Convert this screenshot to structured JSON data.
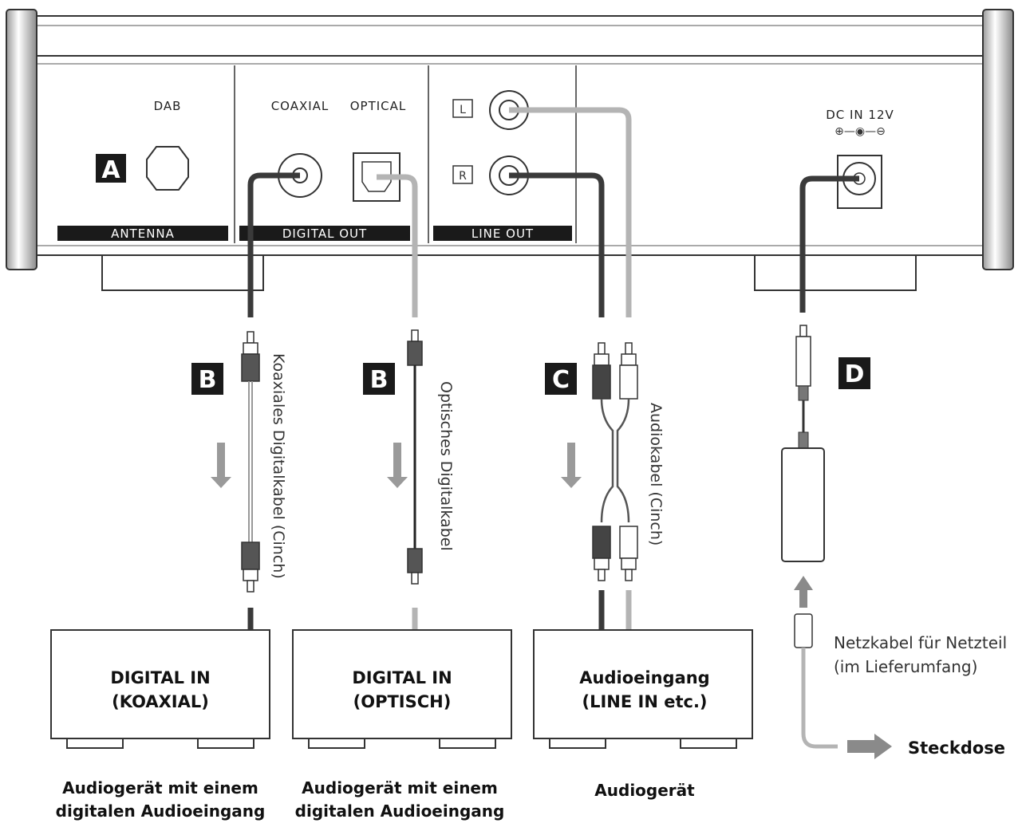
{
  "device": {
    "antenna_label": "DAB",
    "coaxial_label": "COAXIAL",
    "optical_label": "OPTICAL",
    "dc_label": "DC IN 12V",
    "dc_polarity": "⊕—◉—⊖",
    "left_channel": "L",
    "right_channel": "R",
    "section_bars": [
      "ANTENNA",
      "DIGITAL OUT",
      "LINE OUT"
    ]
  },
  "badges": {
    "antenna": "A",
    "coaxial": "B",
    "optical": "B",
    "audio": "C",
    "power": "D"
  },
  "cables": {
    "coaxial": "Koaxiales Digitalkabel (Cinch)",
    "optical": "Optisches Digitalkabel",
    "audio": "Audiokabel (Cinch)"
  },
  "devices": [
    {
      "line1": "DIGITAL IN",
      "line2": "(KOAXIAL)",
      "caption1": "Audiogerät mit einem",
      "caption2": "digitalen Audioeingang"
    },
    {
      "line1": "DIGITAL IN",
      "line2": "(OPTISCH)",
      "caption1": "Audiogerät mit einem",
      "caption2": "digitalen Audioeingang"
    },
    {
      "line1": "Audioeingang",
      "line2": "(LINE IN etc.)",
      "caption1": "Audiogerät",
      "caption2": ""
    }
  ],
  "power": {
    "note_line1": "Netzkabel für Netzteil",
    "note_line2": "(im Lieferumfang)",
    "outlet": "Steckdose"
  },
  "colors": {
    "dark_cable": "#3a3a3a",
    "light_cable": "#b4b4b4",
    "badge": "#1a1a1a",
    "outline": "#333333"
  }
}
